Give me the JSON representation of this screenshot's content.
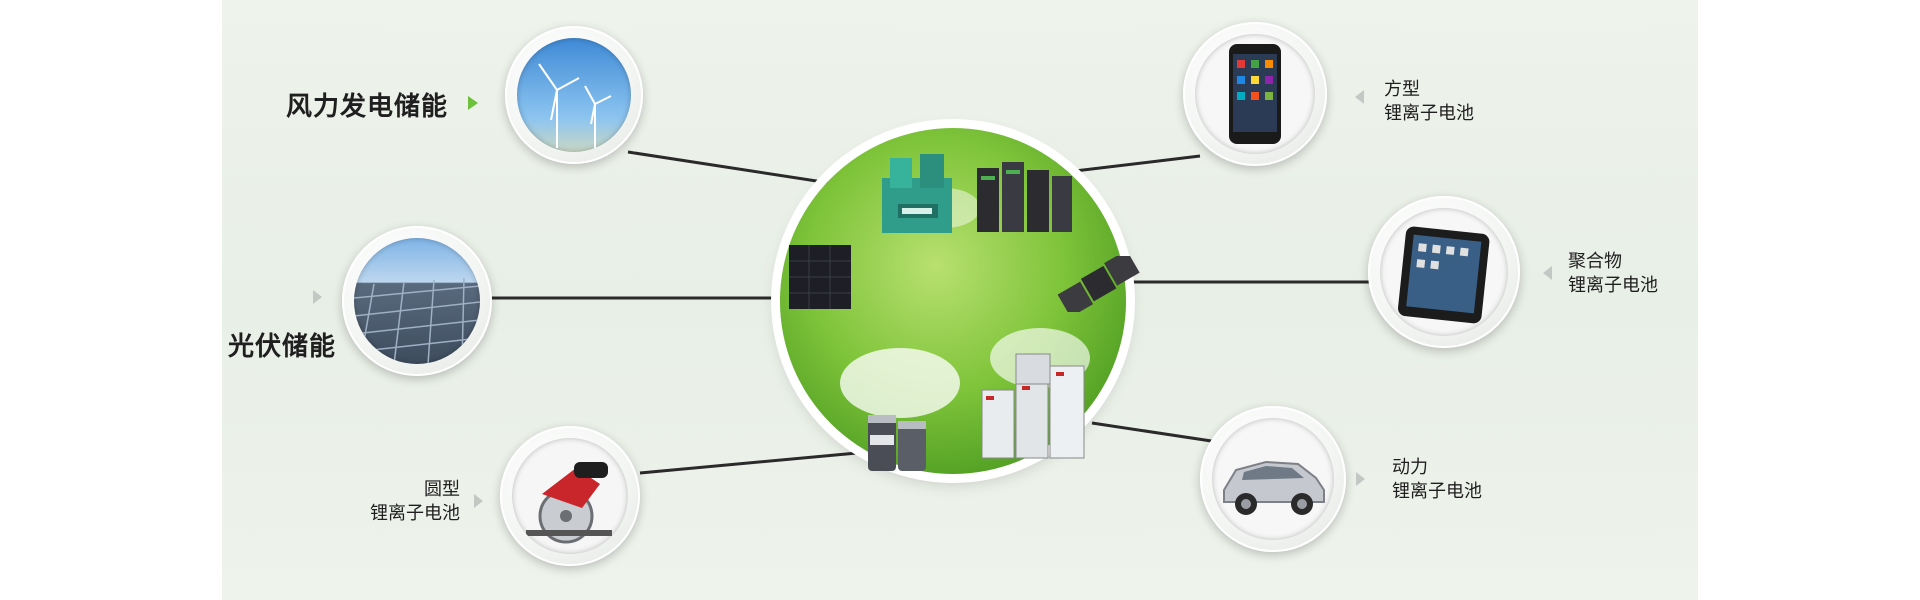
{
  "labels": {
    "wind": "风力发电储能",
    "solar": "光伏储能",
    "cylindrical_line1": "圆型",
    "cylindrical_line2": "锂离子电池",
    "prismatic_line1": "方型",
    "prismatic_line2": "锂离子电池",
    "polymer_line1": "聚合物",
    "polymer_line2": "锂离子电池",
    "power_line1": "动力",
    "power_line2": "锂离子电池"
  },
  "colors": {
    "accent_green": "#6ec13a",
    "globe_green": "#7fc43a",
    "connector": "#2a2a2a"
  },
  "icons": [
    "wind-turbine-icon",
    "solar-panel-icon",
    "circular-saw-icon",
    "smartphone-icon",
    "tablet-icon",
    "car-icon"
  ]
}
